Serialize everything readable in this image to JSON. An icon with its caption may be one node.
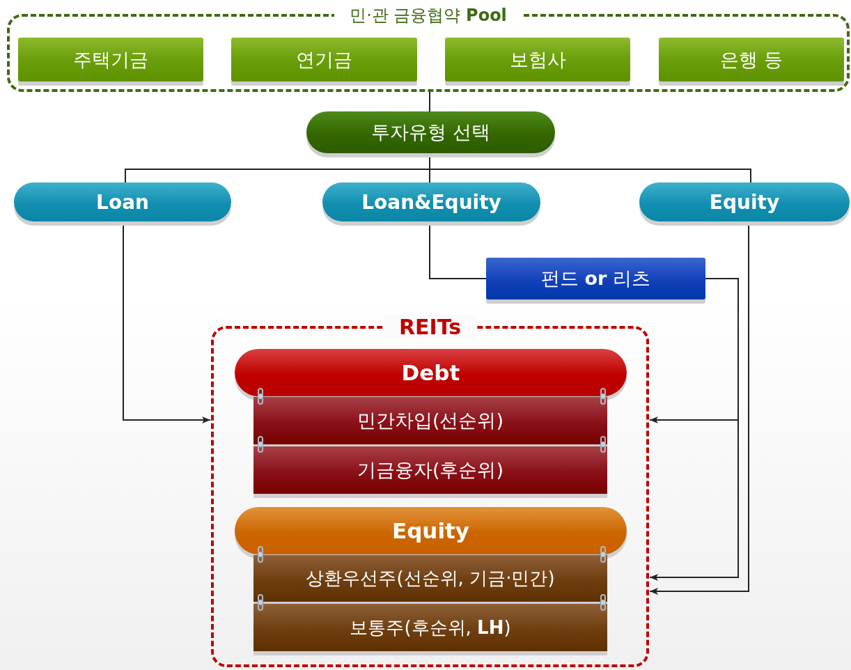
{
  "diagram": {
    "nodes": [
      {
        "text": [
          "민·관 금융협약 **Pool**"
        ]
      },
      {
        "text": [
          "주택기금"
        ],
        "in": 0
      },
      {
        "text": [
          "연기금"
        ],
        "in": 0
      },
      {
        "text": [
          "보험사"
        ],
        "in": 0
      },
      {
        "text": [
          "은행 등"
        ],
        "in": 0
      },
      {
        "text": [
          "투자유형 선택"
        ]
      },
      {
        "text": [
          "Loan"
        ]
      },
      {
        "text": [
          "Loan&Equity"
        ]
      },
      {
        "text": [
          "Equity"
        ]
      },
      {
        "text": [
          "펀드 **or** 리츠"
        ]
      },
      {
        "text": [
          "REITs"
        ]
      },
      {
        "text": [
          "Debt"
        ],
        "in": 10
      },
      {
        "text": [
          "민간차입(선순위)"
        ],
        "in": 10
      },
      {
        "text": [
          "기금융자(후순위)"
        ],
        "in": 10
      },
      {
        "text": [
          "Equity"
        ],
        "in": 10
      },
      {
        "text": [
          "상환우선주(선순위, 기금·민간)"
        ],
        "in": 10
      },
      {
        "text": [
          "보통주(후순위, **LH**)"
        ],
        "in": 10
      }
    ],
    "edges": [
      {
        "from": 0,
        "to": 5,
        "arrow": "none"
      },
      {
        "from": 5,
        "to": 6,
        "arrow": "none"
      },
      {
        "from": 5,
        "to": 7,
        "arrow": "none"
      },
      {
        "from": 5,
        "to": 8,
        "arrow": "none"
      },
      {
        "from": 6,
        "to": 10,
        "arrow": "to"
      },
      {
        "from": 7,
        "to": 9,
        "arrow": "none"
      },
      {
        "from": 9,
        "to": 10,
        "arrow": "to"
      },
      {
        "from": 9,
        "to": 10,
        "arrow": "to"
      },
      {
        "from": 8,
        "to": 10,
        "arrow": "to"
      }
    ]
  }
}
